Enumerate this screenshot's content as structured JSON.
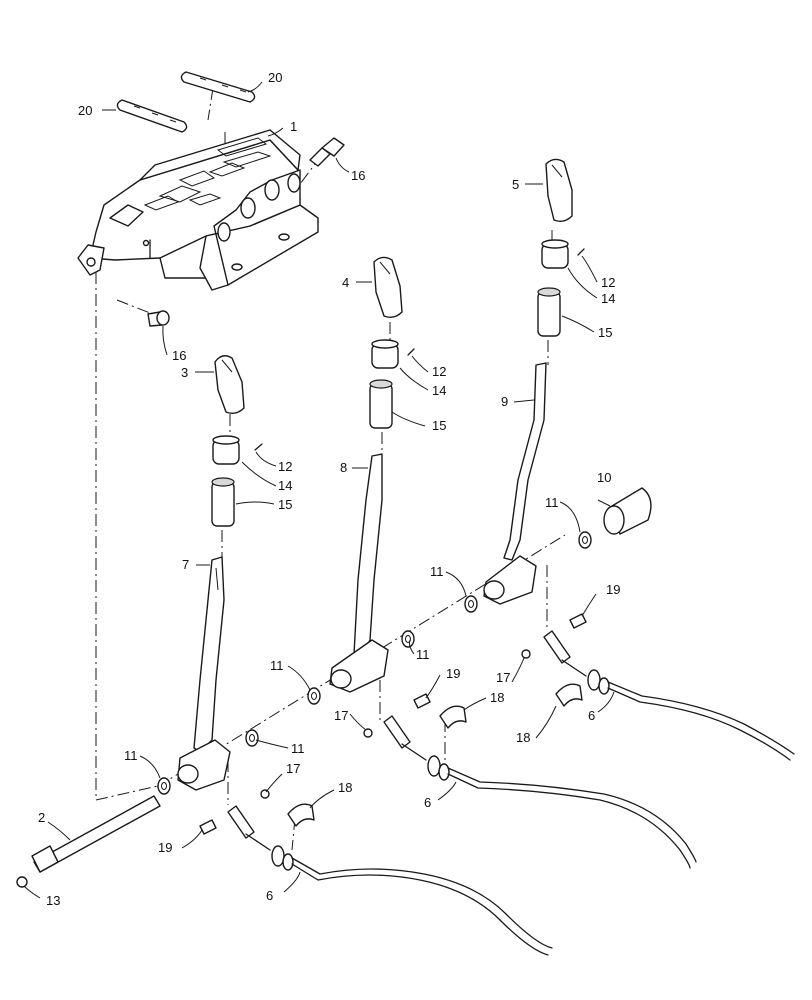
{
  "callouts": {
    "c1": "1",
    "c2": "2",
    "c3": "3",
    "c4": "4",
    "c5": "5",
    "c6": "6",
    "c7": "7",
    "c8": "8",
    "c9": "9",
    "c10": "10",
    "c11": "11",
    "c12": "12",
    "c13": "13",
    "c14": "14",
    "c15": "15",
    "c16": "16",
    "c17": "17",
    "c18": "18",
    "c19": "19",
    "c20": "20"
  },
  "colors": {
    "line": "#1a1a1a",
    "fill": "#ffffff",
    "shade": "#d9d9d9"
  }
}
